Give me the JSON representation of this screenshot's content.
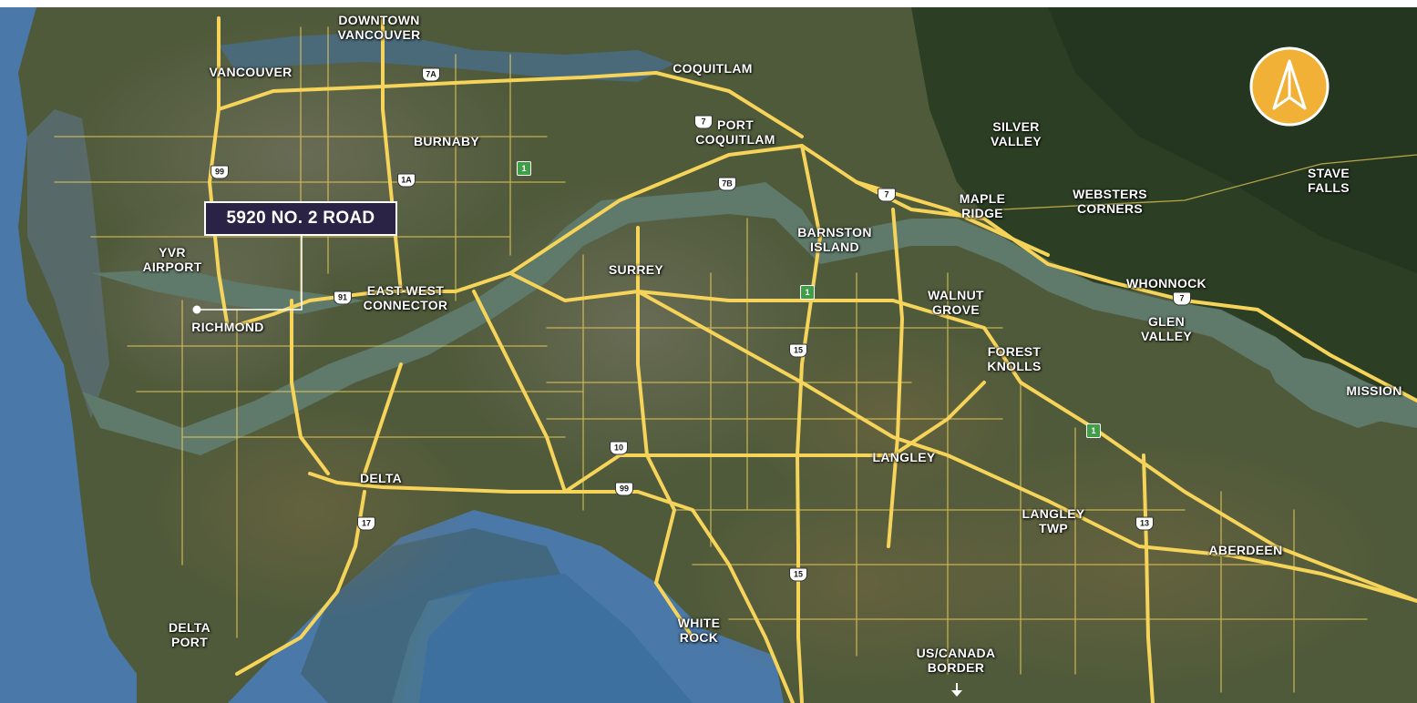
{
  "site": {
    "label": "5920 NO. 2 ROAD"
  },
  "labels": {
    "downtown_vancouver": "DOWNTOWN\nVANCOUVER",
    "vancouver": "VANCOUVER",
    "coquitlam": "COQUITLAM",
    "port_coquitlam": "PORT\nCOQUITLAM",
    "burnaby": "BURNABY",
    "silver_valley": "SILVER\nVALLEY",
    "stave_falls": "STAVE\nFALLS",
    "maple_ridge": "MAPLE\nRIDGE",
    "websters_corners": "WEBSTERS\nCORNERS",
    "barnston_island": "BARNSTON\nISLAND",
    "yvr_airport": "YVR\nAIRPORT",
    "surrey": "SURREY",
    "whonnock": "WHONNOCK",
    "walnut_grove": "WALNUT\nGROVE",
    "glen_valley": "GLEN\nVALLEY",
    "east_west_connector": "EAST-WEST\nCONNECTOR",
    "richmond": "RICHMOND",
    "forest_knolls": "FOREST\nKNOLLS",
    "mission": "MISSION",
    "langley": "LANGLEY",
    "delta": "DELTA",
    "langley_twp": "LANGLEY\nTWP",
    "aberdeen": "ABERDEEN",
    "delta_port": "DELTA\nPORT",
    "white_rock": "WHITE\nROCK",
    "us_canada_border": "US/CANADA\nBORDER"
  },
  "highway_shields": {
    "s7a": "7A",
    "s7_port": "7",
    "s99_north": "99",
    "s1a": "1A",
    "s7b": "7B",
    "s7_maple": "7",
    "s91": "91",
    "s7_whonnock": "7",
    "s15_north": "15",
    "s10": "10",
    "s99_south": "99",
    "s17": "17",
    "s13": "13",
    "s15_south": "15"
  },
  "tcs_shields": {
    "t1_burnaby": "1",
    "t1_surrey": "1",
    "t1_langley": "1"
  },
  "colors": {
    "road": "#f6d45a",
    "water": "#4a78a8",
    "river": "#5f7a6a",
    "land": "#4f5a3a",
    "forest": "#2c3f24",
    "site_box": "#2a2346",
    "compass": "#f0b136"
  },
  "icons": {
    "compass": "north-arrow-icon",
    "border_arrow": "arrow-down-icon",
    "site_marker": "location-dot-icon"
  }
}
